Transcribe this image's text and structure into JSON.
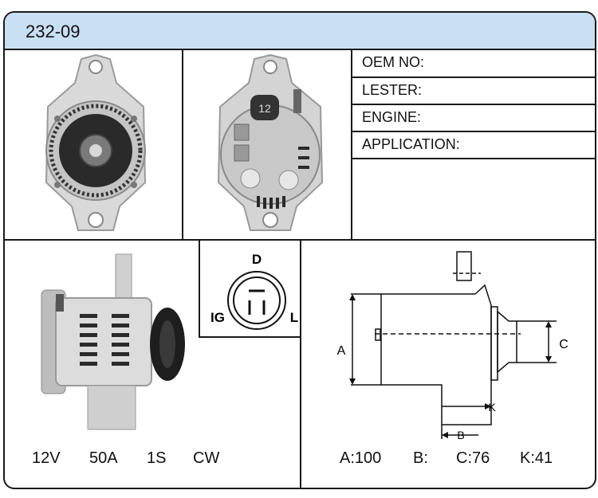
{
  "title": "232-09",
  "info_fields": [
    {
      "label": "OEM NO:"
    },
    {
      "label": "LESTER:"
    },
    {
      "label": "ENGINE:"
    },
    {
      "label": "APPLICATION:"
    }
  ],
  "connector": {
    "top": "D",
    "left": "IG",
    "right": "L"
  },
  "specs": [
    "12V",
    "50A",
    "1S",
    "CW"
  ],
  "dimensions": {
    "labels": {
      "a": "A",
      "b": "B",
      "c": "C",
      "k": "K"
    },
    "values": [
      "A:100",
      "B:",
      "C:76",
      "K:41"
    ]
  },
  "colors": {
    "title_bar": "#c9dff3",
    "border": "#1a1a1a"
  }
}
